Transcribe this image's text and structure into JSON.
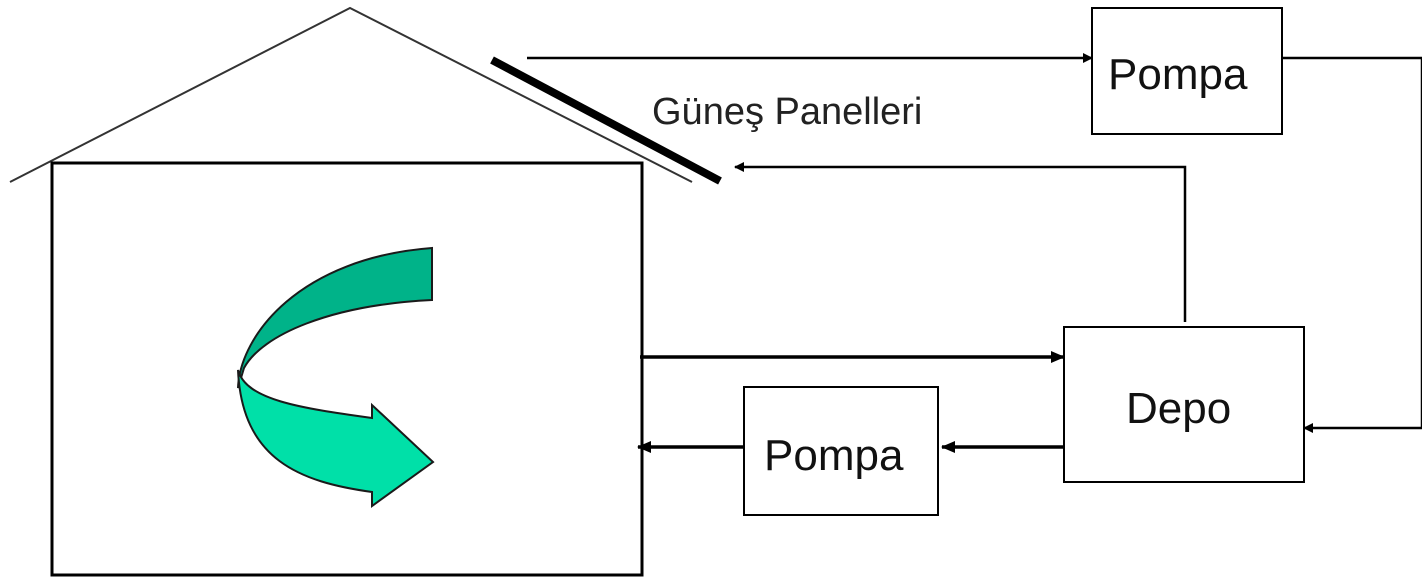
{
  "labels": {
    "solar_panels": "Güneş Panelleri",
    "pump_top": "Pompa",
    "pump_bottom": "Pompa",
    "tank": "Depo"
  },
  "colors": {
    "line": "#000000",
    "arrow_light": "#00e0a8",
    "arrow_dark": "#00b389",
    "arrow_outline": "#1a1a1a"
  },
  "icons": {
    "circulation": "curved-arrow-icon"
  }
}
